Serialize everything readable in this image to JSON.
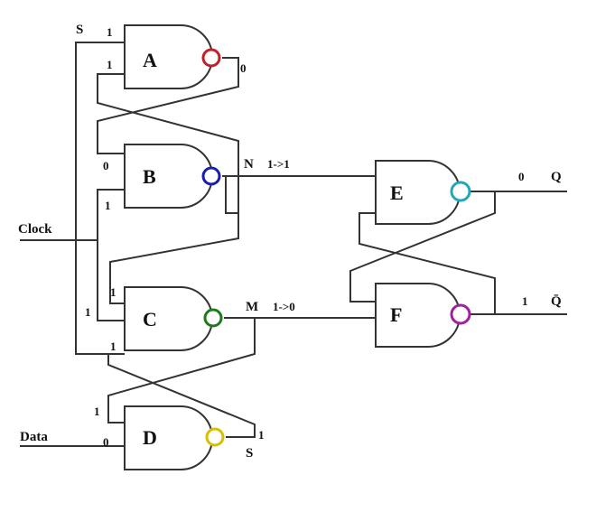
{
  "gates": [
    {
      "id": "A",
      "label": "A",
      "bubble_color": "#c0202a"
    },
    {
      "id": "B",
      "label": "B",
      "bubble_color": "#1c1cb0"
    },
    {
      "id": "C",
      "label": "C",
      "bubble_color": "#1e7a1e"
    },
    {
      "id": "D",
      "label": "D",
      "bubble_color": "#d8c000"
    },
    {
      "id": "E",
      "label": "E",
      "bubble_color": "#20a8b8"
    },
    {
      "id": "F",
      "label": "F",
      "bubble_color": "#a020a0"
    }
  ],
  "inputs": {
    "clock": "Clock",
    "data": "Data"
  },
  "signals": {
    "s_top": "S",
    "s_bottom": "S",
    "n": "N",
    "m": "M",
    "q": "Q",
    "q_bar": "Q̄"
  },
  "values": {
    "a_in_top": "1",
    "a_in_bottom": "1",
    "a_out": "0",
    "b_in_top": "0",
    "b_in_bottom": "1",
    "n_transition": "1->1",
    "c_in_top": "1",
    "c_in_left": "1",
    "c_in_bottom": "1",
    "m_transition": "1->0",
    "d_in_top": "1",
    "d_in_data": "0",
    "d_out": "1",
    "q_value": "0",
    "q_bar_value": "1"
  }
}
